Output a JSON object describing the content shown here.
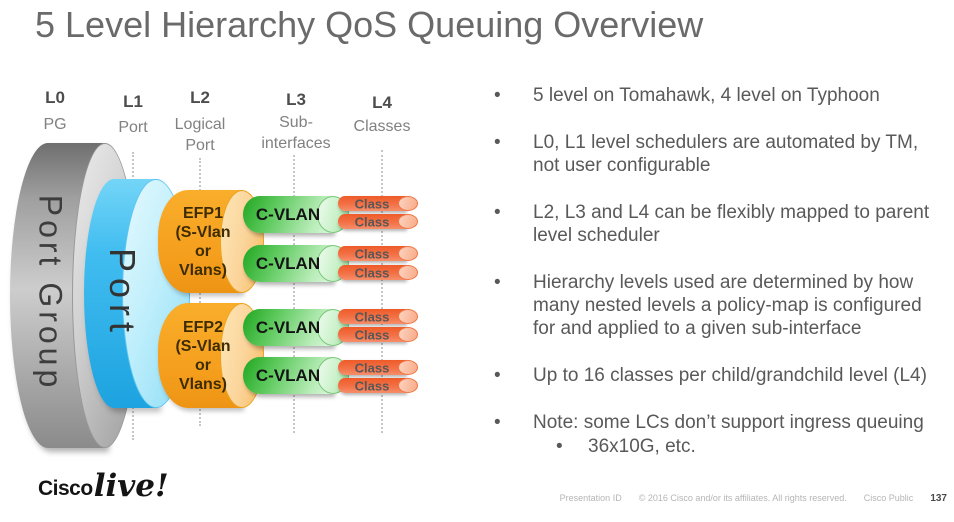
{
  "title": "5 Level Hierarchy QoS Queuing Overview",
  "diagram": {
    "levels": [
      {
        "label": "L0",
        "sublabel": "PG"
      },
      {
        "label": "L1",
        "sublabel": "Port"
      },
      {
        "label": "L2",
        "sublabel": "Logical\nPort"
      },
      {
        "label": "L3",
        "sublabel": "Sub-\ninterfaces"
      },
      {
        "label": "L4",
        "sublabel": "Classes"
      }
    ],
    "port_group_label": "Port Group",
    "port_label": "Port",
    "efp_labels": [
      "EFP1\n(S-Vlan\nor\nVlans)",
      "EFP2\n(S-Vlan\nor\nVlans)"
    ],
    "cvlan_label": "C-VLAN",
    "class_label": "Class",
    "colors": {
      "port_group": "#9f9f9f",
      "port": "#2fb3ea",
      "efp": "#f5a01e",
      "cvlan": "#4cc24c",
      "class": "#f26a3e"
    }
  },
  "bullets": [
    {
      "text": "5 level on Tomahawk, 4 level on Typhoon"
    },
    {
      "text": "L0, L1 level schedulers are automated by TM, not user configurable"
    },
    {
      "text": "L2, L3 and L4 can be flexibly mapped to parent level scheduler"
    },
    {
      "text": "Hierarchy levels used are determined by how many nested levels a policy-map is configured for and applied to a given sub-interface"
    },
    {
      "text": "Up to 16 classes per child/grandchild level (L4)"
    },
    {
      "text": "Note: some LCs don’t support ingress queuing",
      "sub": "36x10G, etc."
    }
  ],
  "footer": {
    "logo_cisco": "Cisco",
    "logo_live": "live!",
    "presentation_id": "Presentation ID",
    "copyright": "© 2016  Cisco and/or its affiliates. All rights reserved.",
    "classification": "Cisco Public",
    "page_number": "137"
  }
}
